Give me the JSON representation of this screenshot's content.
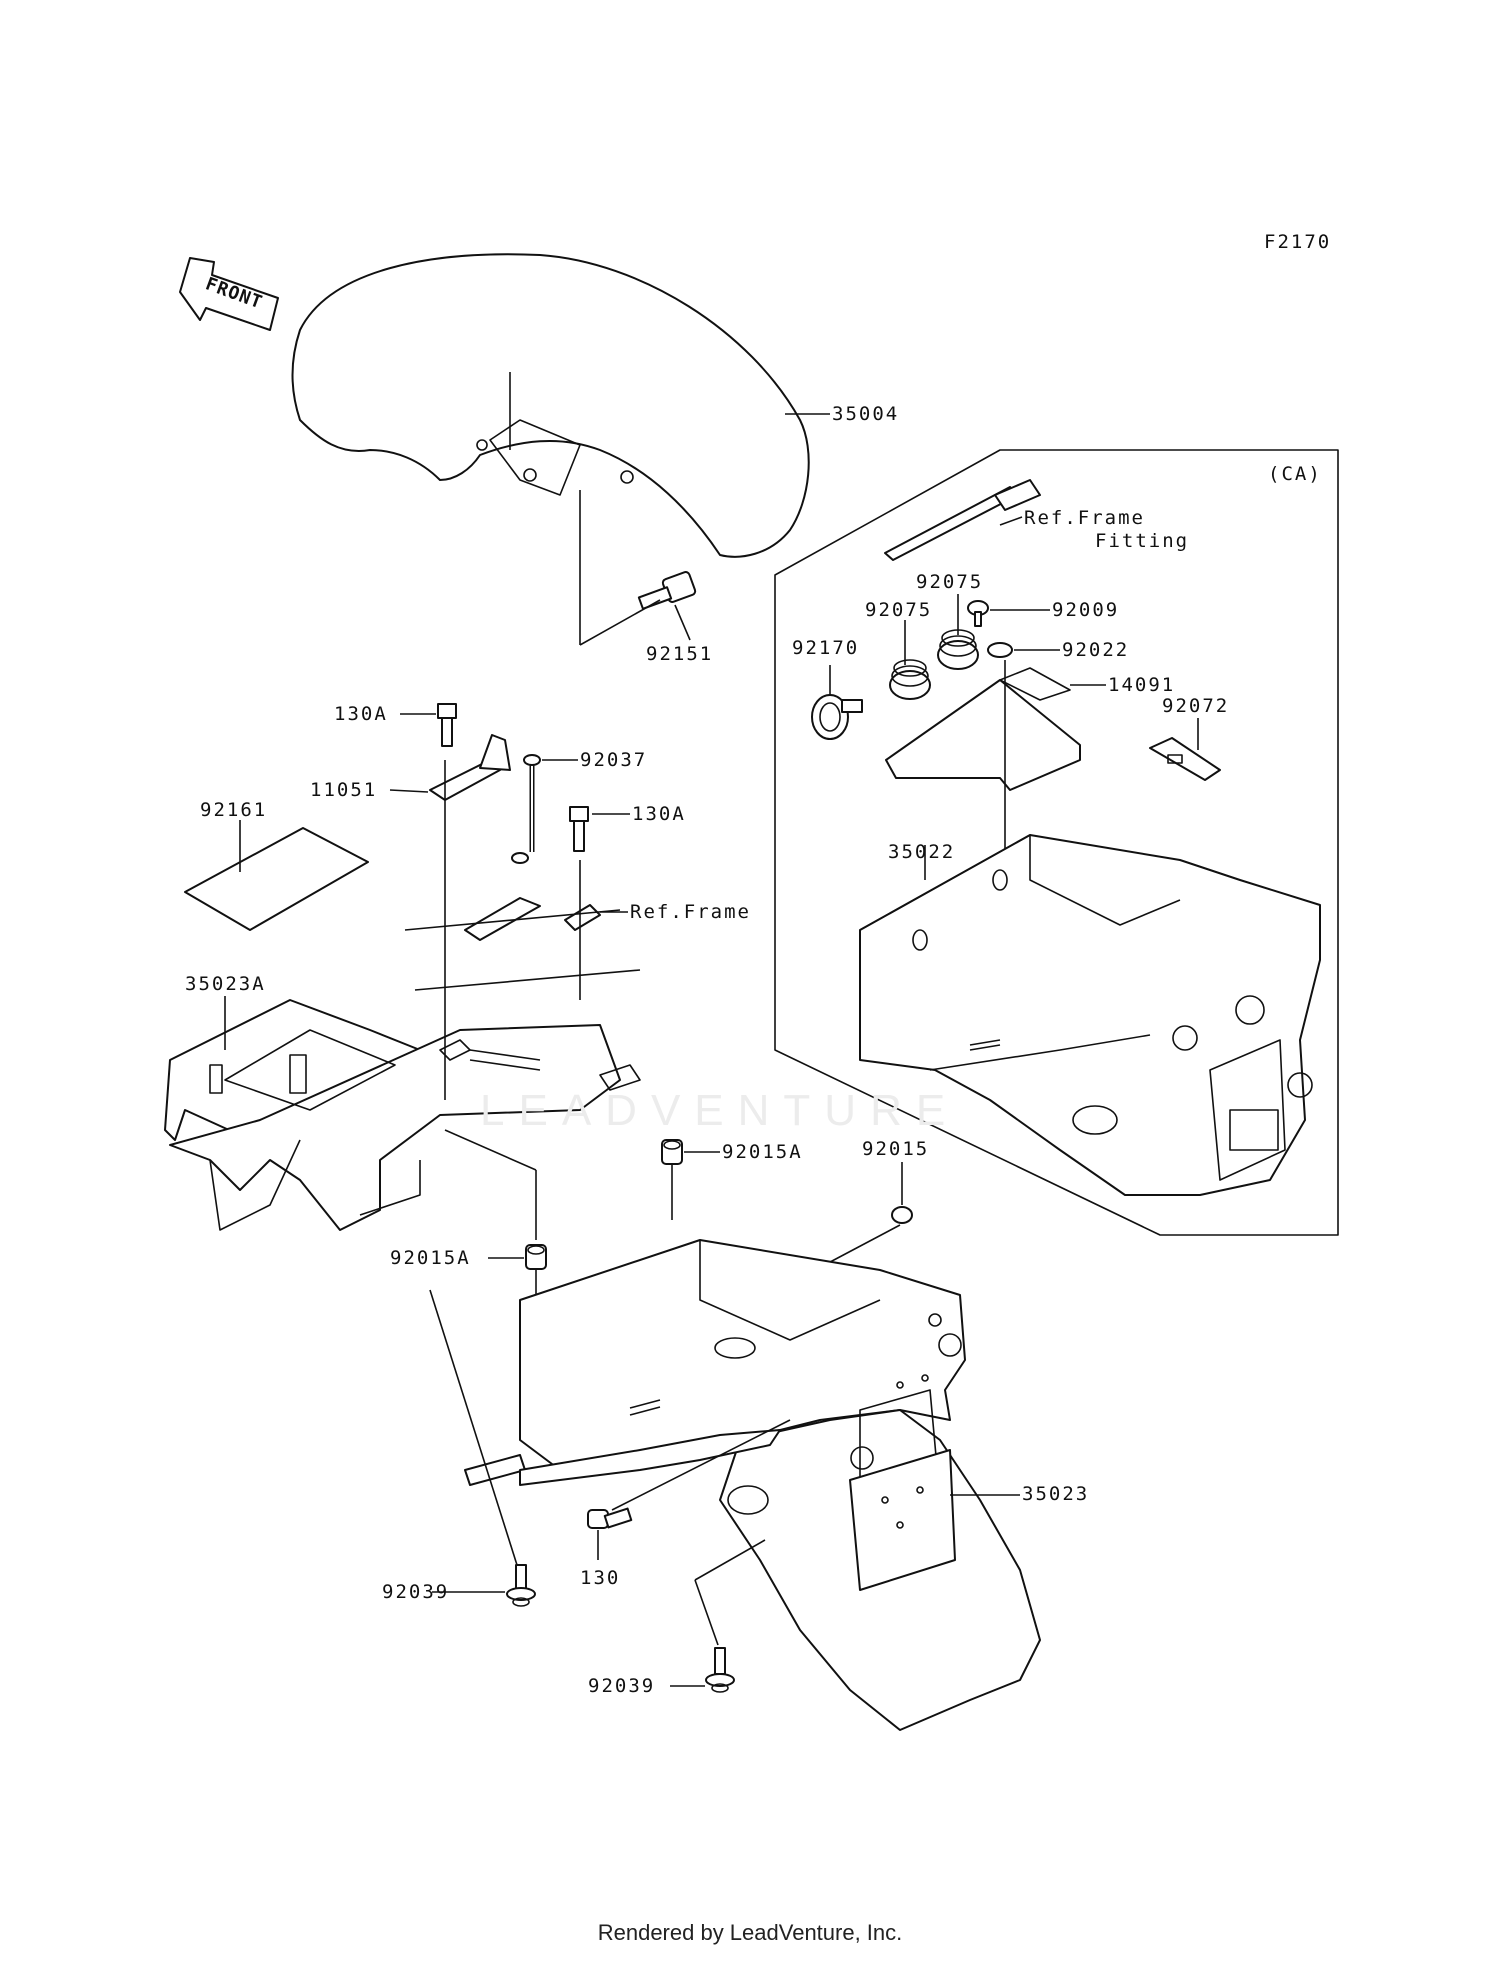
{
  "diagram_code": "F2170",
  "front_arrow_text": "FRONT",
  "ca_box_label": "(CA)",
  "watermark": "LEADVENTURE",
  "footer": "Rendered by LeadVenture, Inc.",
  "callouts": [
    {
      "id": "35004",
      "text": "35004"
    },
    {
      "id": "92151",
      "text": "92151"
    },
    {
      "id": "ref-frame-fitting-1",
      "text": "Ref.Frame"
    },
    {
      "id": "ref-frame-fitting-2",
      "text": "Fitting"
    },
    {
      "id": "92075a",
      "text": "92075"
    },
    {
      "id": "92075b",
      "text": "92075"
    },
    {
      "id": "92009",
      "text": "92009"
    },
    {
      "id": "92170",
      "text": "92170"
    },
    {
      "id": "92022",
      "text": "92022"
    },
    {
      "id": "14091",
      "text": "14091"
    },
    {
      "id": "92072",
      "text": "92072"
    },
    {
      "id": "35022",
      "text": "35022"
    },
    {
      "id": "130A-top",
      "text": "130A"
    },
    {
      "id": "92037",
      "text": "92037"
    },
    {
      "id": "11051",
      "text": "11051"
    },
    {
      "id": "130A-mid",
      "text": "130A"
    },
    {
      "id": "92161",
      "text": "92161"
    },
    {
      "id": "ref-frame",
      "text": "Ref.Frame"
    },
    {
      "id": "35023A",
      "text": "35023A"
    },
    {
      "id": "92015A-right",
      "text": "92015A"
    },
    {
      "id": "92015",
      "text": "92015"
    },
    {
      "id": "92015A-left",
      "text": "92015A"
    },
    {
      "id": "35023",
      "text": "35023"
    },
    {
      "id": "130",
      "text": "130"
    },
    {
      "id": "92039-left",
      "text": "92039"
    },
    {
      "id": "92039-bottom",
      "text": "92039"
    }
  ]
}
